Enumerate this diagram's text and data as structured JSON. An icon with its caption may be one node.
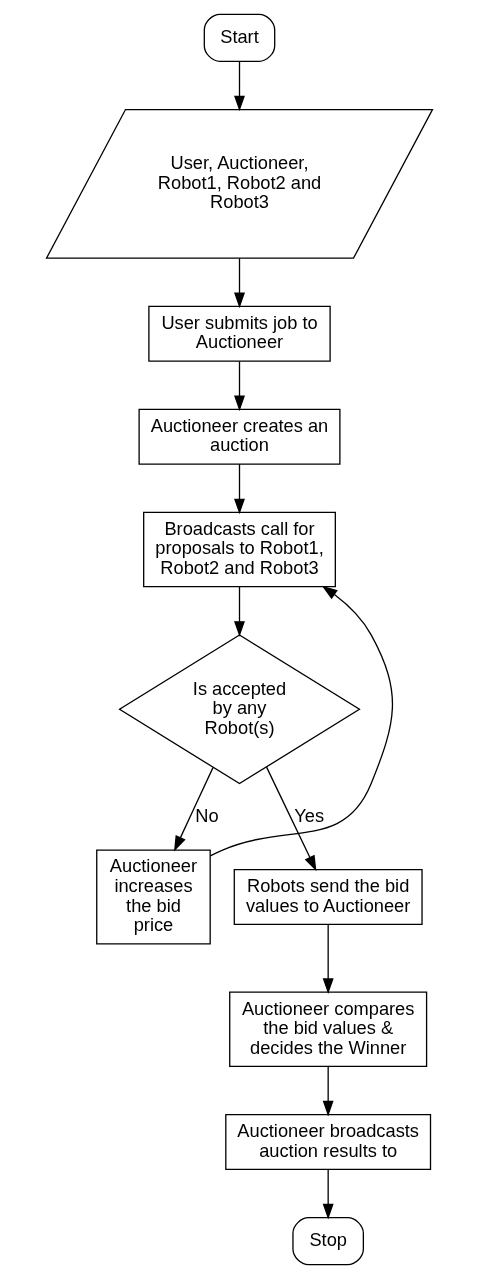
{
  "diagram": {
    "nodes": [
      {
        "text": [
          "Start"
        ]
      },
      {
        "text": [
          "User, Auctioneer, Robot1, Robot2 and Robot3"
        ]
      },
      {
        "text": [
          "User submits job to Auctioneer"
        ]
      },
      {
        "text": [
          "Auctioneer creates an auction"
        ]
      },
      {
        "text": [
          "Broadcasts call for proposals to Robot1, Robot2 and Robot3"
        ]
      },
      {
        "text": [
          "Is accepted by any Robot(s)"
        ]
      },
      {
        "text": [
          "Auctioneer increases the bid price"
        ]
      },
      {
        "text": [
          "Robots send the bid values to Auctioneer"
        ]
      },
      {
        "text": [
          "Auctioneer compares the bid values & decides the Winner"
        ]
      },
      {
        "text": [
          "Auctioneer broadcasts auction results to"
        ]
      },
      {
        "text": [
          "Stop"
        ]
      }
    ],
    "edges": [
      {
        "from": 0,
        "to": 1,
        "arrow": "to"
      },
      {
        "from": 1,
        "to": 2,
        "arrow": "to"
      },
      {
        "from": 2,
        "to": 3,
        "arrow": "to"
      },
      {
        "from": 3,
        "to": 4,
        "arrow": "to"
      },
      {
        "from": 4,
        "to": 5,
        "arrow": "to"
      },
      {
        "from": 5,
        "to": 6,
        "arrow": "to",
        "label": "No"
      },
      {
        "from": 6,
        "to": 4,
        "arrow": "to"
      },
      {
        "from": 5,
        "to": 7,
        "arrow": "to",
        "label": "Yes"
      },
      {
        "from": 7,
        "to": 8,
        "arrow": "to"
      },
      {
        "from": 8,
        "to": 9,
        "arrow": "to"
      },
      {
        "from": 9,
        "to": 10,
        "arrow": "to"
      }
    ]
  }
}
